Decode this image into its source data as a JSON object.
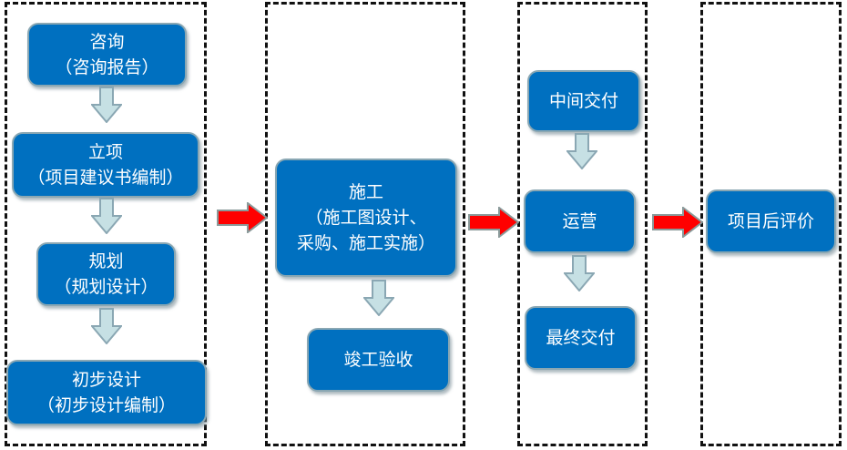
{
  "stages": [
    {
      "name": "stage-1",
      "nodes": [
        {
          "title": "咨询",
          "subtitle": "（咨询报告）"
        },
        {
          "title": "立项",
          "subtitle": "（项目建议书编制）"
        },
        {
          "title": "规划",
          "subtitle": "（规划设计）"
        },
        {
          "title": "初步设计",
          "subtitle": "（初步设计编制）"
        }
      ]
    },
    {
      "name": "stage-2",
      "nodes": [
        {
          "title": "施工",
          "subtitle": "（施工图设计、",
          "subtitle2": "采购、施工实施）"
        },
        {
          "title": "竣工验收"
        }
      ]
    },
    {
      "name": "stage-3",
      "nodes": [
        {
          "title": "中间交付"
        },
        {
          "title": "运营"
        },
        {
          "title": "最终交付"
        }
      ]
    },
    {
      "name": "stage-4",
      "nodes": [
        {
          "title": "项目后评价"
        }
      ]
    }
  ],
  "colors": {
    "node_fill": "#0070c0",
    "node_border": "#8aa7b3",
    "down_arrow_fill": "#c6e0e4",
    "down_arrow_stroke": "#8aa7b3",
    "flow_arrow_fill": "#ff0000",
    "flow_arrow_stroke": "#8a9a9a",
    "group_border": "#111111"
  }
}
